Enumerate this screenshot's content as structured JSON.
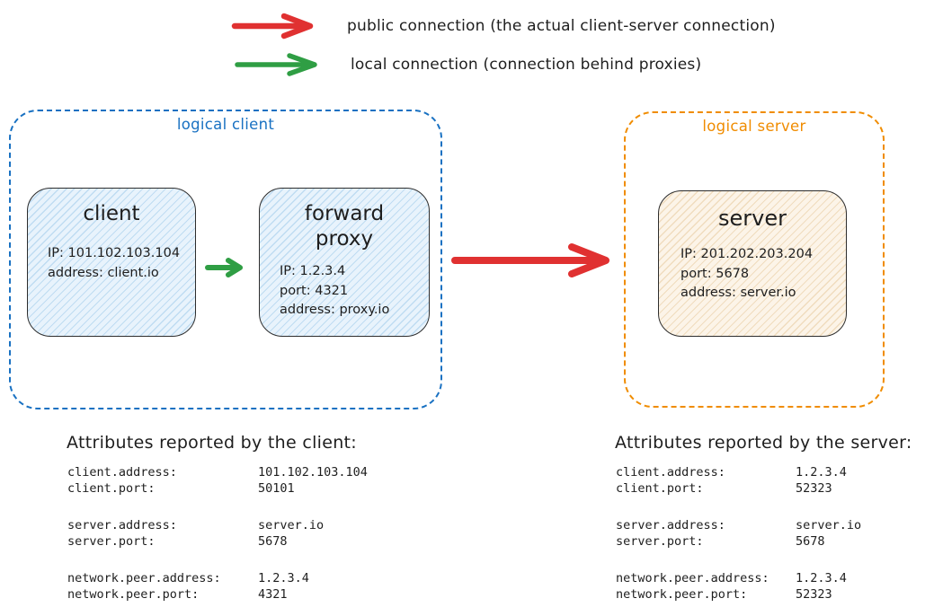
{
  "colors": {
    "red": "#e03131",
    "green": "#2f9e44",
    "blue": "#1971c2",
    "orange": "#f08c00",
    "ink": "#1e1e1e",
    "client_fill": "#e8f3fc",
    "client_hatch": "#bfdcf2",
    "server_fill": "#fcf4e8",
    "server_hatch": "#f0dcbe"
  },
  "legend": {
    "items": [
      {
        "icon": "red-arrow-icon",
        "label": "public connection (the actual client-server connection)"
      },
      {
        "icon": "green-arrow-icon",
        "label": "local connection (connection behind proxies)"
      }
    ]
  },
  "diagram": {
    "logical_client": {
      "label": "logical client",
      "nodes": [
        {
          "title": "client",
          "lines": [
            "IP: 101.102.103.104",
            "address: client.io"
          ]
        },
        {
          "title": "forward proxy",
          "lines": [
            "IP: 1.2.3.4",
            "port: 4321",
            "address: proxy.io"
          ]
        }
      ]
    },
    "logical_server": {
      "label": "logical server",
      "nodes": [
        {
          "title": "server",
          "lines": [
            "IP: 201.202.203.204",
            "port: 5678",
            "address: server.io"
          ]
        }
      ]
    }
  },
  "attributes": {
    "client": {
      "heading": "Attributes reported by the client:",
      "groups": [
        [
          {
            "key": "client.address:",
            "value": "101.102.103.104"
          },
          {
            "key": "client.port:",
            "value": "50101"
          }
        ],
        [
          {
            "key": "server.address:",
            "value": "server.io"
          },
          {
            "key": "server.port:",
            "value": "5678"
          }
        ],
        [
          {
            "key": "network.peer.address:",
            "value": "1.2.3.4"
          },
          {
            "key": "network.peer.port:",
            "value": "4321"
          }
        ]
      ]
    },
    "server": {
      "heading": "Attributes reported by the server:",
      "groups": [
        [
          {
            "key": "client.address:",
            "value": "1.2.3.4"
          },
          {
            "key": "client.port:",
            "value": "52323"
          }
        ],
        [
          {
            "key": "server.address:",
            "value": "server.io"
          },
          {
            "key": "server.port:",
            "value": "5678"
          }
        ],
        [
          {
            "key": "network.peer.address:",
            "value": "1.2.3.4"
          },
          {
            "key": "network.peer.port:",
            "value": "52323"
          }
        ]
      ]
    }
  }
}
